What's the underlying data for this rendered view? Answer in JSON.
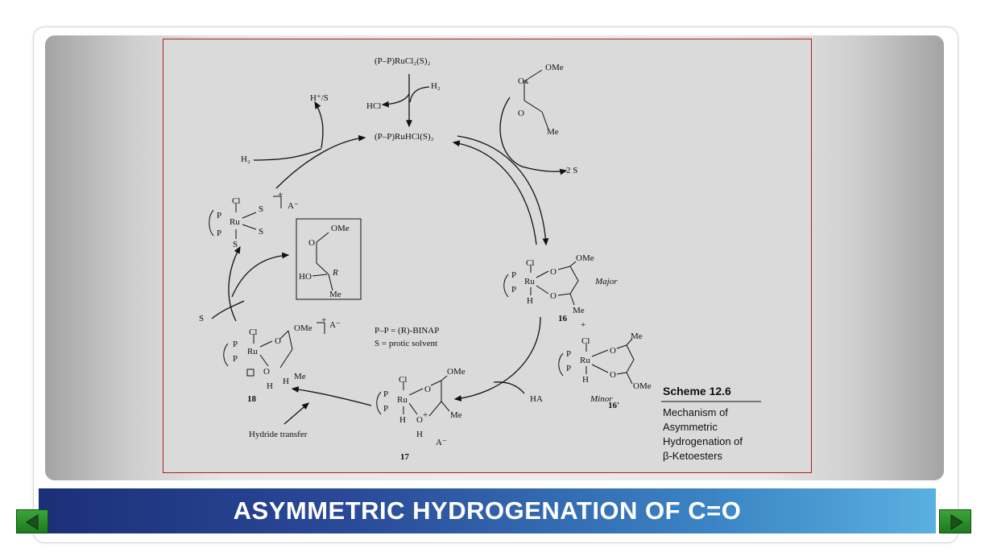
{
  "slide": {
    "title": "ASYMMETRIC HYDROGENATION OF C=O",
    "nav": {
      "prev_icon": "triangle-left-icon",
      "next_icon": "triangle-right-icon"
    }
  },
  "scheme": {
    "caption": {
      "label": "Scheme 12.6",
      "lines": [
        "Mechanism of",
        "Asymmetric",
        "Hydrogenation of",
        "β-Ketoesters"
      ]
    },
    "precatalyst": "(P–P)RuCl₂(S)₂",
    "catalyst": "(P–P)RuHCl(S)₂",
    "reagents": {
      "h2_top": "H₂",
      "hcl": "HCl",
      "h2_left": "H₂",
      "h_plus_s": "H⁺/S",
      "two_s": "2 S",
      "s_left": "S",
      "ha": "HA"
    },
    "substrate": {
      "ome": "OMe",
      "o1": "O",
      "o2": "O",
      "me": "Me"
    },
    "definitions": [
      "P–P = (R)-BINAP",
      "S = protic solvent"
    ],
    "cation_complex": {
      "cl": "Cl",
      "ru": "Ru",
      "p1": "P",
      "p2": "P",
      "s1": "S",
      "s2": "S",
      "s3": "S",
      "charge": "+",
      "anion": "A⁻"
    },
    "product": {
      "ome": "OMe",
      "o": "O",
      "ho": "HO",
      "r": "R",
      "me": "Me"
    },
    "complex_16": {
      "number": "16",
      "label": "Major",
      "cl": "Cl",
      "ru": "Ru",
      "h": "H",
      "p1": "P",
      "p2": "P",
      "o1": "O",
      "o2": "O",
      "ome": "OMe",
      "me": "Me"
    },
    "plus": "+",
    "complex_16p": {
      "number": "16'",
      "label": "Minor",
      "cl": "Cl",
      "ru": "Ru",
      "h": "H",
      "p1": "P",
      "p2": "P",
      "o1": "O",
      "o2": "O",
      "ome": "OMe",
      "me": "Me"
    },
    "complex_17": {
      "number": "17",
      "cl": "Cl",
      "ru": "Ru",
      "h": "H",
      "p1": "P",
      "p2": "P",
      "o1": "O",
      "o_plus": "O",
      "h_on_o": "H",
      "plus": "+",
      "ome": "OMe",
      "me": "Me",
      "anion": "A⁻"
    },
    "complex_18": {
      "number": "18",
      "cl": "Cl",
      "ru": "Ru",
      "p1": "P",
      "p2": "P",
      "o1": "O",
      "o2": "O",
      "h": "H",
      "h2": "H",
      "ome": "OMe",
      "me": "Me",
      "charge": "+",
      "anion": "A⁻",
      "vacant_site": "□"
    },
    "hydride_transfer": "Hydride transfer"
  }
}
